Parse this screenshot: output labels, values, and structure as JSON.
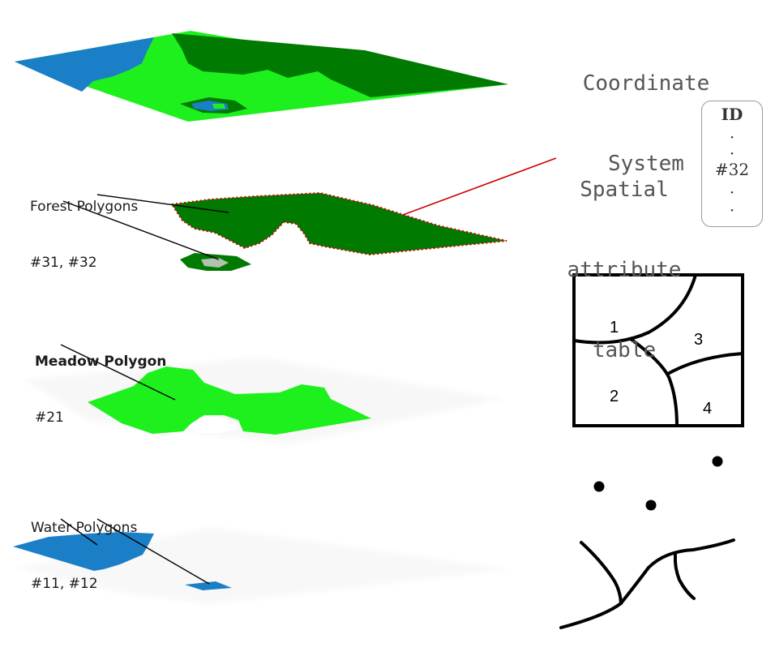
{
  "coordinate_system": {
    "line1": "Coordinate",
    "line2": "System"
  },
  "spatial_attribute": {
    "line1": "Spatial",
    "line2": "attribute",
    "line3": "table"
  },
  "id_table": {
    "header": "ID",
    "dot": "·",
    "value": "#32"
  },
  "layers": {
    "forest": {
      "title": "Forest Polygons",
      "ids": "#31, #32"
    },
    "meadow": {
      "title": "Meadow Polygon",
      "ids": "#21"
    },
    "water": {
      "title": "Water Polygons",
      "ids": "#11, #12"
    }
  },
  "vector_polygons": {
    "labels": [
      "1",
      "2",
      "3",
      "4"
    ]
  },
  "colors": {
    "forest": "#007a00",
    "meadow": "#1ef01e",
    "water": "#1b7fc7",
    "pointer": "#cc0000"
  },
  "icons": [
    "polygon-map-icon",
    "point-features-icon",
    "line-network-icon"
  ]
}
